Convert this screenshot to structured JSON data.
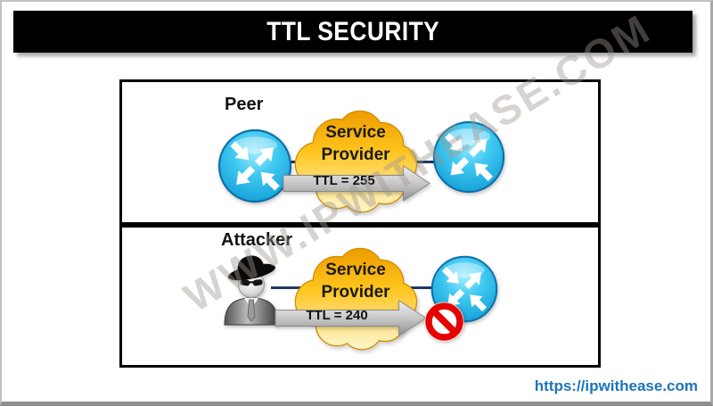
{
  "title": "TTL SECURITY",
  "watermark": "WWW.IPWITHEASE.COM",
  "footer": {
    "link": "https://ipwithease.com"
  },
  "panels": [
    {
      "label": "Peer",
      "cloud": {
        "line1": "Service",
        "line2": "Provider"
      },
      "ttl_label": "TTL = 255",
      "blocked": false
    },
    {
      "label": "Attacker",
      "cloud": {
        "line1": "Service",
        "line2": "Provider"
      },
      "ttl_label": "TTL = 240",
      "blocked": true
    }
  ],
  "icons": {
    "router": "router-icon",
    "attacker": "spy-attacker-icon",
    "cloud": "service-provider-cloud",
    "blocked": "no-entry-icon",
    "arrow": "ttl-flow-arrow"
  },
  "colors": {
    "router_blue": "#29B9E8",
    "router_rim": "#0E6FA8",
    "cloud_gold": "#F0A202",
    "cloud_light": "#FFF4C9",
    "arrow_gray": "#B5B5B5",
    "blocked_red": "#E60000",
    "connector_navy": "#1F3864",
    "link_blue": "#1B75BC",
    "title_bg": "#000000",
    "title_fg": "#FFFFFF"
  }
}
